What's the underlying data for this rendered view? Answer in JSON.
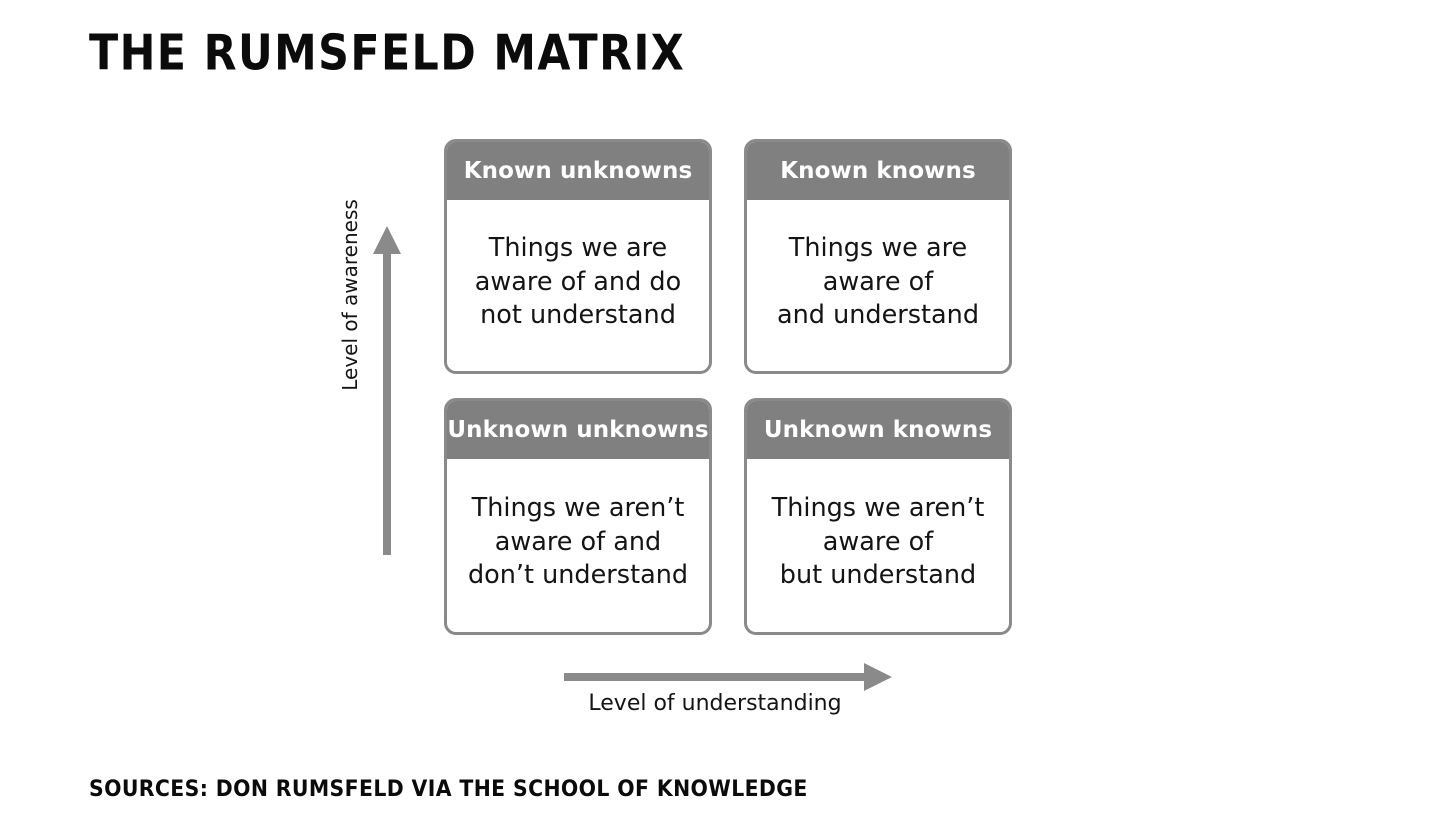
{
  "title": "The Rumsfeld Matrix",
  "source": "Sources: Don Rumsfeld via The School of Knowledge",
  "colors": {
    "header_gray": "#808080",
    "border_gray": "#8a8a8a",
    "arrow_gray": "#8a8a8a",
    "text_black": "#141414",
    "background": "#ffffff"
  },
  "axes": {
    "y_label": "Level of awareness",
    "x_label": "Level of understanding",
    "y_direction": "up",
    "x_direction": "right"
  },
  "quadrants": [
    {
      "position": "top-left",
      "header": "Known unknowns",
      "body": "Things we are\naware of and do\nnot understand"
    },
    {
      "position": "top-right",
      "header": "Known knowns",
      "body": "Things we are\naware of\nand understand"
    },
    {
      "position": "bottom-left",
      "header": "Unknown unknowns",
      "body": "Things we aren’t\naware of and\ndon’t understand"
    },
    {
      "position": "bottom-right",
      "header": "Unknown knowns",
      "body": "Things we aren’t\naware of\nbut understand"
    }
  ]
}
